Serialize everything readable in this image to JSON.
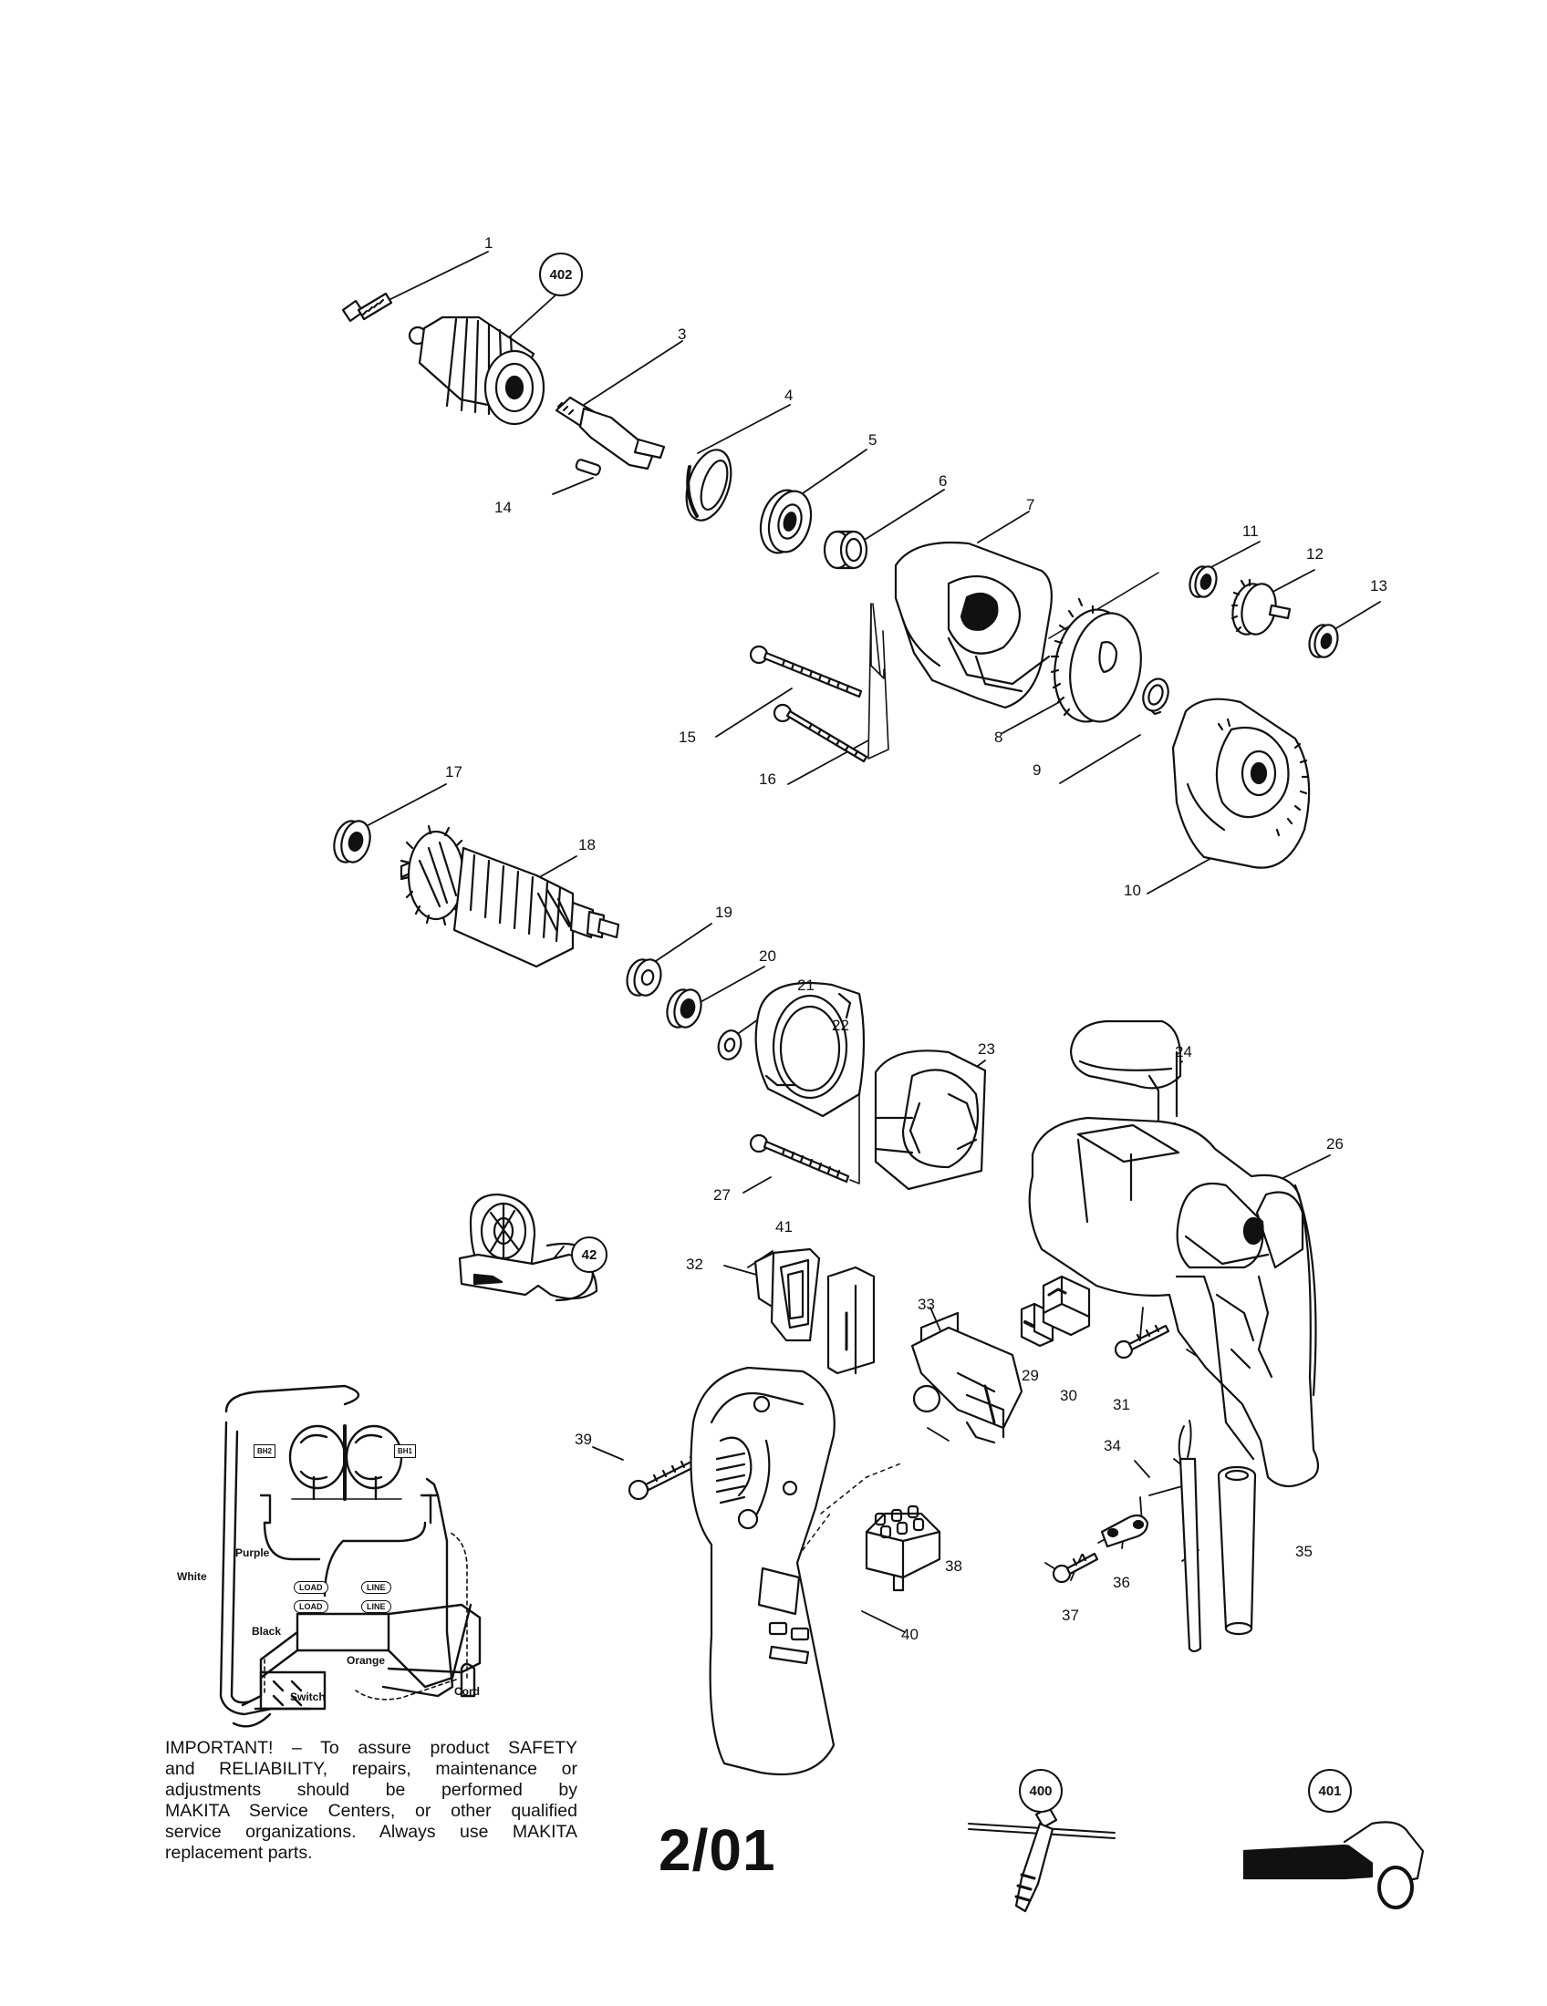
{
  "callouts": [
    {
      "id": "1",
      "text": "1"
    },
    {
      "id": "3",
      "text": "3"
    },
    {
      "id": "4",
      "text": "4"
    },
    {
      "id": "5",
      "text": "5"
    },
    {
      "id": "6",
      "text": "6"
    },
    {
      "id": "7",
      "text": "7"
    },
    {
      "id": "8",
      "text": "8"
    },
    {
      "id": "9",
      "text": "9"
    },
    {
      "id": "10",
      "text": "10"
    },
    {
      "id": "11",
      "text": "11"
    },
    {
      "id": "12",
      "text": "12"
    },
    {
      "id": "13",
      "text": "13"
    },
    {
      "id": "14",
      "text": "14"
    },
    {
      "id": "15",
      "text": "15"
    },
    {
      "id": "16",
      "text": "16"
    },
    {
      "id": "17",
      "text": "17"
    },
    {
      "id": "18",
      "text": "18"
    },
    {
      "id": "19",
      "text": "19"
    },
    {
      "id": "20",
      "text": "20"
    },
    {
      "id": "21",
      "text": "21"
    },
    {
      "id": "22",
      "text": "22"
    },
    {
      "id": "23",
      "text": "23"
    },
    {
      "id": "24",
      "text": "24"
    },
    {
      "id": "26",
      "text": "26"
    },
    {
      "id": "27",
      "text": "27"
    },
    {
      "id": "29",
      "text": "29"
    },
    {
      "id": "30",
      "text": "30"
    },
    {
      "id": "31",
      "text": "31"
    },
    {
      "id": "32",
      "text": "32"
    },
    {
      "id": "33",
      "text": "33"
    },
    {
      "id": "34",
      "text": "34"
    },
    {
      "id": "35",
      "text": "35"
    },
    {
      "id": "36",
      "text": "36"
    },
    {
      "id": "37",
      "text": "37"
    },
    {
      "id": "38",
      "text": "38"
    },
    {
      "id": "39",
      "text": "39"
    },
    {
      "id": "40",
      "text": "40"
    },
    {
      "id": "41",
      "text": "41"
    }
  ],
  "circled_callouts": {
    "c402": "402",
    "c42": "42",
    "c400": "400",
    "c401": "401"
  },
  "wiring": {
    "white": "White",
    "purple": "Purple",
    "black": "Black",
    "orange": "Orange",
    "cord": "Cord",
    "switch": "Switch",
    "load_top": "LOAD",
    "load_bottom": "LOAD",
    "line_top": "LINE",
    "line_bottom": "LINE",
    "brush_left": "BH2",
    "brush_right": "BH1"
  },
  "notice": {
    "lines": [
      "IMPORTANT! – To assure product SAFETY",
      "and RELIABILITY,  repairs, maintenance or",
      "adjustments   should   be   performed   by",
      "MAKITA Service Centers, or other qualified",
      "service organizations.  Always use MAKITA",
      "replacement parts."
    ]
  },
  "date_code": "2/01"
}
